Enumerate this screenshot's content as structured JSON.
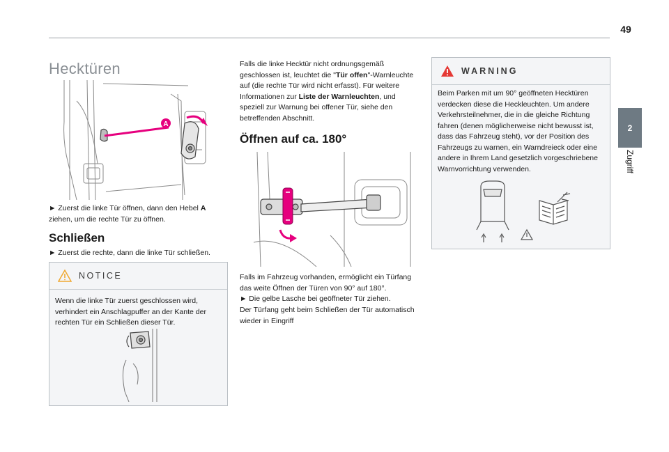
{
  "page": {
    "number": "49"
  },
  "sidebar": {
    "chapter_number": "2",
    "chapter_label": "Zugriff"
  },
  "column1": {
    "title": "Hecktüren",
    "image_label": "A",
    "step1_text": "► Zuerst die linke Tür öffnen, dann den Hebel",
    "step1_bold": "A",
    "step1_text2": "ziehen, um die rechte Tür zu öffnen.",
    "closing_heading": "Schließen",
    "closing_text": "► Zuerst die rechte, dann die linke Tür schließen.",
    "notice": {
      "title": "NOTICE",
      "text": "Wenn die linke Tür zuerst geschlossen wird, verhindert ein Anschlagpuffer an der Kante der rechten Tür ein Schließen dieser Tür."
    }
  },
  "column2": {
    "intro_pre": "Falls die linke Hecktür nicht ordnungsgemäß geschlossen ist, leuchtet die \"",
    "intro_bold1": "Tür offen",
    "intro_mid": "\"-Warnleuchte auf (die rechte Tür wird nicht erfasst). Für weitere Informationen zur ",
    "intro_bold2": "Liste der Warnleuchten",
    "intro_post": ", und speziell zur Warnung bei offener Tür, siehe den betreffenden Abschnitt.",
    "opening_heading": "Öffnen auf ca. 180°",
    "opening_text1": "Falls im Fahrzeug vorhanden, ermöglicht ein Türfang das weite Öffnen der Türen von 90° auf 180°.",
    "opening_text2": "► Die gelbe Lasche bei geöffneter Tür ziehen.",
    "opening_text3": "Der Türfang geht beim Schließen der Tür automatisch wieder in Eingriff"
  },
  "column3": {
    "warning": {
      "title": "WARNING",
      "text": "Beim Parken mit um 90° geöffneten Hecktüren verdecken diese die Heckleuchten. Um andere Verkehrsteilnehmer, die in die gleiche Richtung fahren (denen möglicherweise nicht bewusst ist, dass das Fahrzeug steht), vor der Position des Fahrzeugs zu warnen, ein Warndreieck oder eine andere in Ihrem Land gesetzlich vorgeschriebene Warnvorrichtung verwenden."
    }
  },
  "colors": {
    "accent_magenta": "#e6007e",
    "tab_gray": "#6e7a83",
    "title_gray": "#8a8f94",
    "warning_red": "#e53935",
    "notice_orange": "#f0a830"
  }
}
